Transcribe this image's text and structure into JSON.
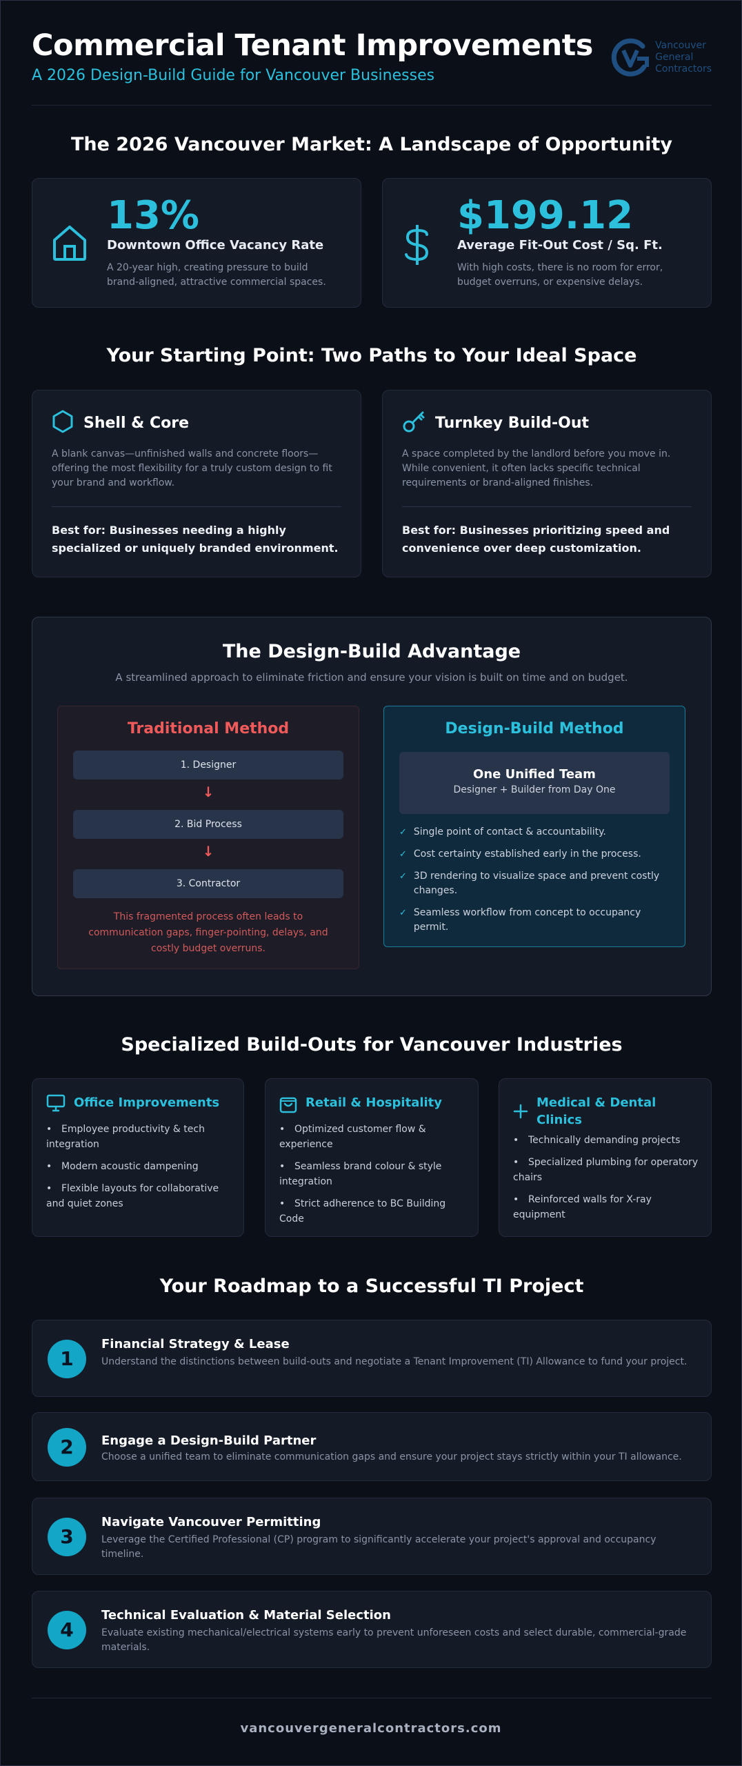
{
  "header": {
    "title": "Commercial Tenant Improvements",
    "subtitle": "A 2026 Design-Build Guide for Vancouver Businesses",
    "logo_lines": [
      "Vancouver",
      "General",
      "Contractors"
    ]
  },
  "market": {
    "title": "The 2026 Vancouver Market: A Landscape of Opportunity",
    "stats": [
      {
        "icon": "home-icon",
        "value": "13%",
        "label": "Downtown Office Vacancy Rate",
        "desc": "A 20-year high, creating pressure to build brand-aligned, attractive commercial spaces."
      },
      {
        "icon": "dollar-icon",
        "value": "$199.12",
        "label": "Average Fit-Out Cost / Sq. Ft.",
        "desc": "With high costs, there is no room for error, budget overruns, or expensive delays."
      }
    ]
  },
  "paths": {
    "title": "Your Starting Point: Two Paths to Your Ideal Space",
    "items": [
      {
        "icon": "hexagon-icon",
        "title": "Shell & Core",
        "desc": "A blank canvas—unfinished walls and concrete floors—offering the most flexibility for a truly custom design to fit your brand and workflow.",
        "best": "Best for: Businesses needing a highly specialized or uniquely branded environment."
      },
      {
        "icon": "key-icon",
        "title": "Turnkey Build-Out",
        "desc": "A space completed by the landlord before you move in. While convenient, it often lacks specific technical requirements or brand-aligned finishes.",
        "best": "Best for: Businesses prioritizing speed and convenience over deep customization."
      }
    ]
  },
  "design_build": {
    "title": "The Design-Build Advantage",
    "subtitle": "A streamlined approach to eliminate friction and ensure your vision is built on time and on budget.",
    "traditional": {
      "title": "Traditional Method",
      "steps": [
        "1. Designer",
        "2. Bid Process",
        "3. Contractor"
      ],
      "arrow": "↓",
      "note": "This fragmented process often leads to communication gaps, finger-pointing, delays, and costly budget overruns."
    },
    "method": {
      "title": "Design-Build Method",
      "team_title": "One Unified Team",
      "team_sub": "Designer + Builder from Day One",
      "check": "✓",
      "points": [
        "Single point of contact & accountability.",
        "Cost certainty established early in the process.",
        "3D rendering to visualize space and prevent costly changes.",
        "Seamless workflow from concept to occupancy permit."
      ]
    }
  },
  "industries": {
    "title": "Specialized Build-Outs for Vancouver Industries",
    "bullet": "•",
    "items": [
      {
        "icon": "monitor-icon",
        "title": "Office Improvements",
        "points": [
          "Employee productivity & tech integration",
          "Modern acoustic dampening",
          "Flexible layouts for collaborative and quiet zones"
        ]
      },
      {
        "icon": "shopping-bag-icon",
        "title": "Retail & Hospitality",
        "points": [
          "Optimized customer flow & experience",
          "Seamless brand colour & style integration",
          "Strict adherence to BC Building Code"
        ]
      },
      {
        "icon": "plus-icon",
        "title": "Medical & Dental Clinics",
        "points": [
          "Technically demanding projects",
          "Specialized plumbing for operatory chairs",
          "Reinforced walls for X-ray equipment"
        ]
      }
    ]
  },
  "roadmap": {
    "title": "Your Roadmap to a Successful TI Project",
    "steps": [
      {
        "n": "1",
        "title": "Financial Strategy & Lease",
        "desc": "Understand the distinctions between build-outs and negotiate a Tenant Improvement (TI) Allowance to fund your project."
      },
      {
        "n": "2",
        "title": "Engage a Design-Build Partner",
        "desc": "Choose a unified team to eliminate communication gaps and ensure your project stays strictly within your TI allowance."
      },
      {
        "n": "3",
        "title": "Navigate Vancouver Permitting",
        "desc": "Leverage the Certified Professional (CP) program to significantly accelerate your project's approval and occupancy timeline."
      },
      {
        "n": "4",
        "title": "Technical Evaluation & Material Selection",
        "desc": "Evaluate existing mechanical/electrical systems early to prevent unforeseen costs and select durable, commercial-grade materials."
      }
    ]
  },
  "footer": {
    "url": "vancouvergeneralcontractors.com"
  },
  "colors": {
    "accent": "#2cc0dd",
    "danger": "#f05a5a",
    "background": "#0b0f17",
    "card": "#141b27"
  }
}
